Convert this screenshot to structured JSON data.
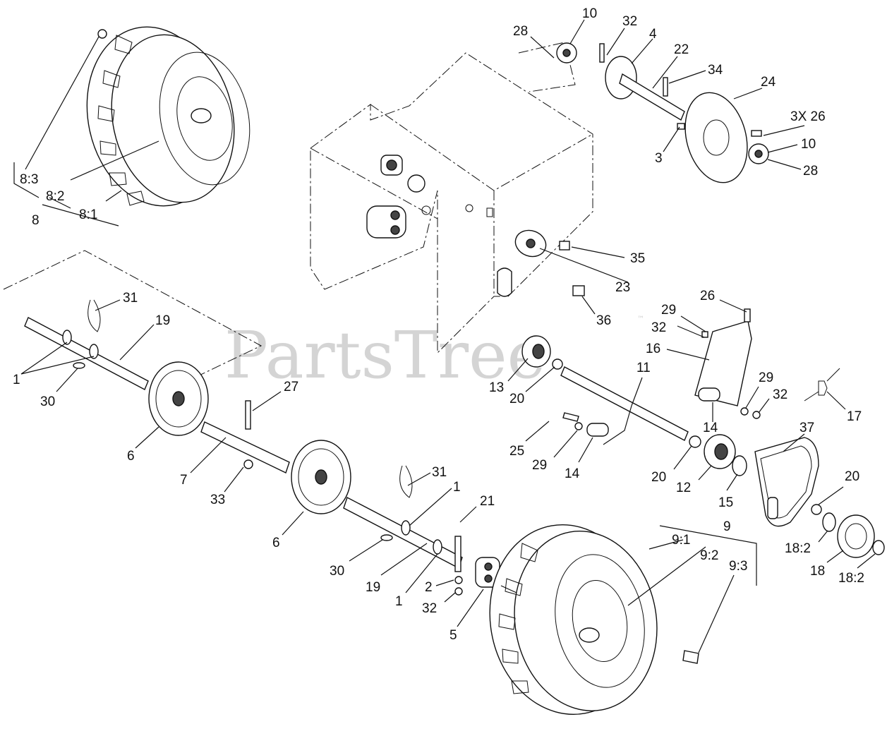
{
  "watermark": {
    "text": "PartsTree",
    "trademark": "™"
  },
  "labels": [
    {
      "id": "lbl-8-3",
      "text": "8:3"
    },
    {
      "id": "lbl-8-2",
      "text": "8:2"
    },
    {
      "id": "lbl-8-1",
      "text": "8:1"
    },
    {
      "id": "lbl-8",
      "text": "8"
    },
    {
      "id": "lbl-28-top",
      "text": "28"
    },
    {
      "id": "lbl-10-top",
      "text": "10"
    },
    {
      "id": "lbl-32-top",
      "text": "32"
    },
    {
      "id": "lbl-4",
      "text": "4"
    },
    {
      "id": "lbl-22",
      "text": "22"
    },
    {
      "id": "lbl-34",
      "text": "34"
    },
    {
      "id": "lbl-24",
      "text": "24"
    },
    {
      "id": "lbl-3x26",
      "text": "3X 26"
    },
    {
      "id": "lbl-10-right",
      "text": "10"
    },
    {
      "id": "lbl-28-right",
      "text": "28"
    },
    {
      "id": "lbl-3",
      "text": "3"
    },
    {
      "id": "lbl-35",
      "text": "35"
    },
    {
      "id": "lbl-23",
      "text": "23"
    },
    {
      "id": "lbl-36",
      "text": "36"
    },
    {
      "id": "lbl-26-mid",
      "text": "26"
    },
    {
      "id": "lbl-29-mid",
      "text": "29"
    },
    {
      "id": "lbl-32-mid",
      "text": "32"
    },
    {
      "id": "lbl-16",
      "text": "16"
    },
    {
      "id": "lbl-11",
      "text": "11"
    },
    {
      "id": "lbl-13",
      "text": "13"
    },
    {
      "id": "lbl-20-a",
      "text": "20"
    },
    {
      "id": "lbl-29-b",
      "text": "29"
    },
    {
      "id": "lbl-32-b",
      "text": "32"
    },
    {
      "id": "lbl-17",
      "text": "17"
    },
    {
      "id": "lbl-14-a",
      "text": "14"
    },
    {
      "id": "lbl-37",
      "text": "37"
    },
    {
      "id": "lbl-25",
      "text": "25"
    },
    {
      "id": "lbl-29-c",
      "text": "29"
    },
    {
      "id": "lbl-14-b",
      "text": "14"
    },
    {
      "id": "lbl-20-b",
      "text": "20"
    },
    {
      "id": "lbl-12",
      "text": "12"
    },
    {
      "id": "lbl-15",
      "text": "15"
    },
    {
      "id": "lbl-20-c",
      "text": "20"
    },
    {
      "id": "lbl-18-2-a",
      "text": "18:2"
    },
    {
      "id": "lbl-18",
      "text": "18"
    },
    {
      "id": "lbl-18-2-b",
      "text": "18:2"
    },
    {
      "id": "lbl-31-a",
      "text": "31"
    },
    {
      "id": "lbl-19-a",
      "text": "19"
    },
    {
      "id": "lbl-1-a",
      "text": "1"
    },
    {
      "id": "lbl-30-a",
      "text": "30"
    },
    {
      "id": "lbl-27",
      "text": "27"
    },
    {
      "id": "lbl-6-a",
      "text": "6"
    },
    {
      "id": "lbl-7",
      "text": "7"
    },
    {
      "id": "lbl-33",
      "text": "33"
    },
    {
      "id": "lbl-6-b",
      "text": "6"
    },
    {
      "id": "lbl-31-b",
      "text": "31"
    },
    {
      "id": "lbl-1-b",
      "text": "1"
    },
    {
      "id": "lbl-21",
      "text": "21"
    },
    {
      "id": "lbl-30-b",
      "text": "30"
    },
    {
      "id": "lbl-19-b",
      "text": "19"
    },
    {
      "id": "lbl-1-c",
      "text": "1"
    },
    {
      "id": "lbl-2",
      "text": "2"
    },
    {
      "id": "lbl-32-c",
      "text": "32"
    },
    {
      "id": "lbl-5",
      "text": "5"
    },
    {
      "id": "lbl-9",
      "text": "9"
    },
    {
      "id": "lbl-9-1",
      "text": "9:1"
    },
    {
      "id": "lbl-9-2",
      "text": "9:2"
    },
    {
      "id": "lbl-9-3",
      "text": "9:3"
    }
  ]
}
